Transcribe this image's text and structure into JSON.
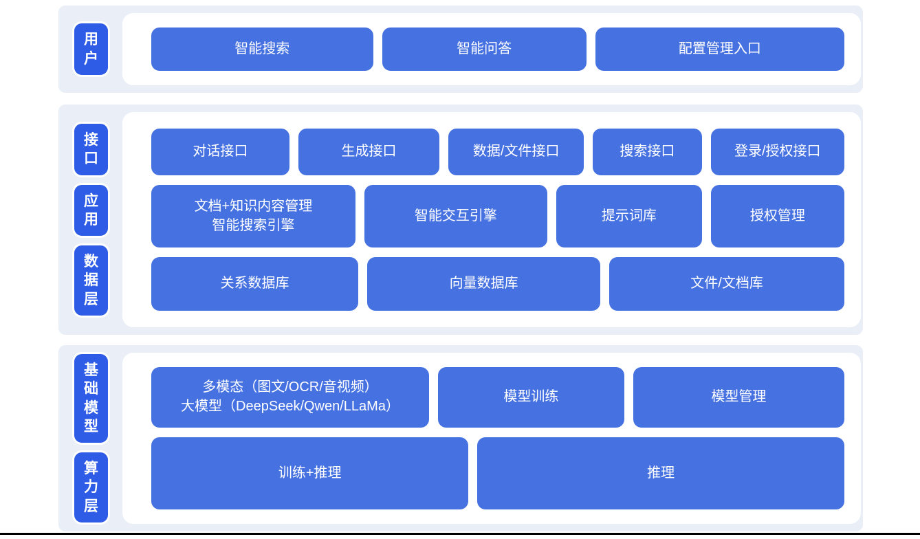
{
  "colors": {
    "band_background": "#e9eef7",
    "panel_background": "#ffffff",
    "pill_blue": "#2e5ce6",
    "box_blue": "#4671e0",
    "text_white": "#ffffff",
    "bottom_rule": "#000000"
  },
  "layers": [
    {
      "name": "user-layer",
      "pills": [
        {
          "label": "用户"
        }
      ],
      "rows": [
        {
          "boxes": [
            {
              "label": "智能搜索"
            },
            {
              "label": "智能问答"
            },
            {
              "label": "配置管理入口"
            }
          ]
        }
      ]
    },
    {
      "name": "interface-application-data-layer",
      "pills": [
        {
          "label": "接口"
        },
        {
          "label": "应用"
        },
        {
          "label": "数据层"
        }
      ],
      "rows": [
        {
          "boxes": [
            {
              "label": "对话接口"
            },
            {
              "label": "生成接口"
            },
            {
              "label": "数据/文件接口"
            },
            {
              "label": "搜索接口"
            },
            {
              "label": "登录/授权接口"
            }
          ]
        },
        {
          "boxes": [
            {
              "label": "文档+知识内容管理",
              "label2": "智能搜索引擎"
            },
            {
              "label": "智能交互引擎"
            },
            {
              "label": "提示词库"
            },
            {
              "label": "授权管理"
            }
          ]
        },
        {
          "boxes": [
            {
              "label": "关系数据库"
            },
            {
              "label": "向量数据库"
            },
            {
              "label": "文件/文档库"
            }
          ]
        }
      ]
    },
    {
      "name": "foundation-model-compute-layer",
      "pills": [
        {
          "label": "基础模型"
        },
        {
          "label": "算力层"
        }
      ],
      "rows": [
        {
          "boxes": [
            {
              "label": "多模态（图文/OCR/音视频）",
              "label2": "大模型（DeepSeek/Qwen/LLaMa）"
            },
            {
              "label": "模型训练"
            },
            {
              "label": "模型管理"
            }
          ]
        },
        {
          "boxes": [
            {
              "label": "训练+推理"
            },
            {
              "label": "推理"
            }
          ]
        }
      ]
    }
  ]
}
